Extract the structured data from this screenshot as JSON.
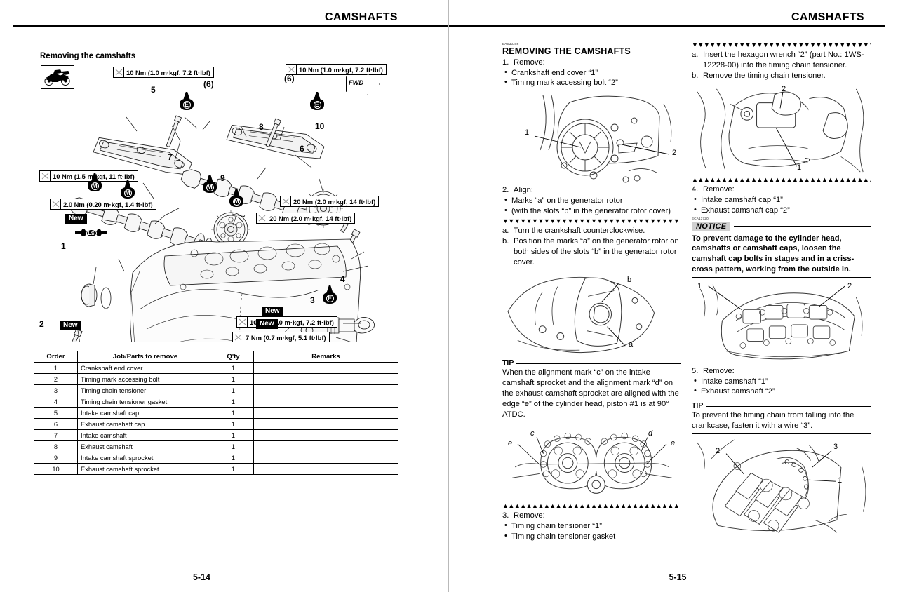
{
  "document": {
    "left_page": {
      "header_title": "CAMSHAFTS",
      "page_number": "5-14",
      "exploded_view": {
        "title": "Removing the camshafts",
        "fwd_label": "FWD",
        "torque_specs": [
          "10 Nm (1.0 m·kgf, 7.2 ft·lbf)",
          "10 Nm (1.0 m·kgf, 7.2 ft·lbf)",
          "10 Nm (1.5 m·kgf, 11 ft·lbf)",
          "2.0 Nm (0.20 m·kgf, 1.4 ft·lbf)",
          "20 Nm (2.0 m·kgf, 14 ft·lbf)",
          "20 Nm (2.0 m·kgf, 14 ft·lbf)",
          "10 Nm (1.0 m·kgf, 7.2 ft·lbf)",
          "7 Nm (0.7 m·kgf, 5.1 ft·lbf)"
        ],
        "new_tags": [
          "New",
          "New",
          "New",
          "New"
        ],
        "callouts": [
          "1",
          "2",
          "3",
          "4",
          "5",
          "6",
          "6",
          "7",
          "8",
          "9",
          "10",
          "(6)",
          "(6)"
        ],
        "lube_marks": [
          "E",
          "E",
          "E",
          "M",
          "M",
          "M"
        ],
        "sealant_mark": "LS"
      },
      "parts_table": {
        "headers": [
          "Order",
          "Job/Parts to remove",
          "Q'ty",
          "Remarks"
        ],
        "rows": [
          [
            "1",
            "Crankshaft end cover",
            "1",
            ""
          ],
          [
            "2",
            "Timing mark accessing bolt",
            "1",
            ""
          ],
          [
            "3",
            "Timing chain tensioner",
            "1",
            ""
          ],
          [
            "4",
            "Timing chain tensioner gasket",
            "1",
            ""
          ],
          [
            "5",
            "Intake camshaft cap",
            "1",
            ""
          ],
          [
            "6",
            "Exhaust camshaft cap",
            "1",
            ""
          ],
          [
            "7",
            "Intake camshaft",
            "1",
            ""
          ],
          [
            "8",
            "Exhaust camshaft",
            "1",
            ""
          ],
          [
            "9",
            "Intake camshaft sprocket",
            "1",
            ""
          ],
          [
            "10",
            "Exhaust camshaft sprocket",
            "1",
            ""
          ]
        ]
      }
    },
    "right_page": {
      "header_title": "CAMSHAFTS",
      "page_number": "5-15",
      "column_1": {
        "ref_code": "EAS30256",
        "section_title": "REMOVING THE CAMSHAFTS",
        "step1_num": "1.",
        "step1_label": "Remove:",
        "step1_items": [
          "Crankshaft end cover “1”",
          "Timing mark accessing bolt “2”"
        ],
        "fig1_labels": [
          "1",
          "2"
        ],
        "step2_num": "2.",
        "step2_label": "Align:",
        "step2_items": [
          "Marks “a” on the generator rotor",
          "(with the slots “b” in the generator rotor cover)"
        ],
        "sub_a_num": "a.",
        "sub_a_text": "Turn the crankshaft counterclockwise.",
        "sub_b_num": "b.",
        "sub_b_text": "Position the marks “a” on the generator rotor on both sides of the slots “b” in the generator rotor cover.",
        "fig2_labels": [
          "a",
          "b"
        ],
        "tip_label": "TIP",
        "tip_text": "When the alignment mark “c” on the intake camshaft sprocket and the alignment mark “d” on the exhaust camshaft sprocket are aligned with the edge “e” of the cylinder head, piston #1 is at 90° ATDC.",
        "fig3_labels": [
          "c",
          "d",
          "e",
          "e"
        ],
        "step3_num": "3.",
        "step3_label": "Remove:",
        "step3_items": [
          "Timing chain tensioner “1”",
          "Timing chain tensioner gasket"
        ]
      },
      "column_2": {
        "sub_a_num": "a.",
        "sub_a_text": "Insert the hexagon wrench “2” (part No.: 1WS-12228-00) into the timing chain tensioner.",
        "sub_b_num": "b.",
        "sub_b_text": "Remove the timing chain tensioner.",
        "fig4_labels": [
          "1",
          "2"
        ],
        "step4_num": "4.",
        "step4_label": "Remove:",
        "step4_items": [
          "Intake camshaft cap “1”",
          "Exhaust camshaft cap “2”"
        ],
        "notice_ref_code": "ECA13720",
        "notice_label": "NOTICE",
        "notice_text": "To prevent damage to the cylinder head, camshafts or camshaft caps, loosen the camshaft cap bolts in stages and in a criss-cross pattern, working from the outside in.",
        "fig5_labels": [
          "1",
          "2"
        ],
        "step5_num": "5.",
        "step5_label": "Remove:",
        "step5_items": [
          "Intake camshaft “1”",
          "Exhaust camshaft “2”"
        ],
        "tip_label": "TIP",
        "tip_text": "To prevent the timing chain from falling into the crankcase, fasten it with a wire “3”.",
        "fig6_labels": [
          "1",
          "2",
          "3"
        ]
      }
    }
  }
}
